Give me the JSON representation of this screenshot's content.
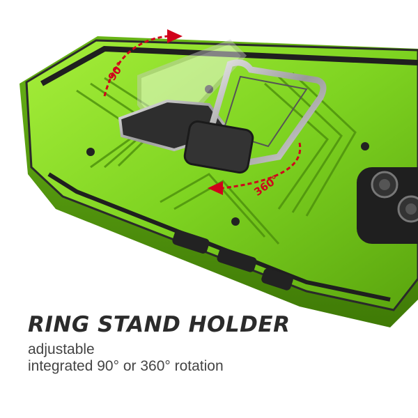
{
  "headline": "RING STAND HOLDER",
  "lines": [
    "adjustable",
    "integrated 90° or 360° rotation"
  ],
  "rotation_labels": {
    "top": "90°",
    "side": "360°"
  },
  "colors": {
    "case_green": "#7ED321",
    "case_dark": "#3a6b05",
    "frame": "#1f1f1f",
    "accent_red": "#d0021b",
    "text": "#2b2b2b"
  }
}
